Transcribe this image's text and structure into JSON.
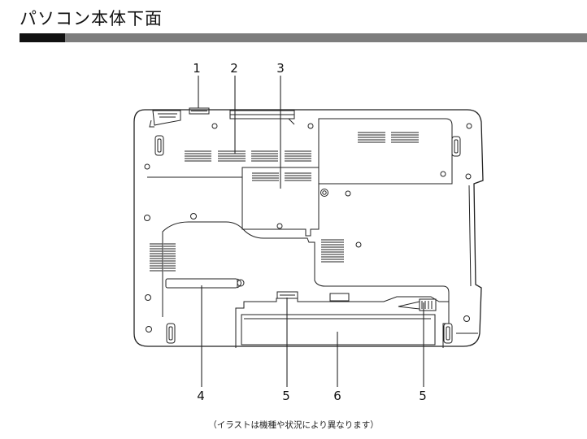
{
  "title": "パソコン本体下面",
  "callouts": {
    "c1": "1",
    "c2": "2",
    "c3": "3",
    "c4": "4",
    "c5a": "5",
    "c6": "6",
    "c5b": "5"
  },
  "caption": "（イラストは機種や状況により異なります）"
}
